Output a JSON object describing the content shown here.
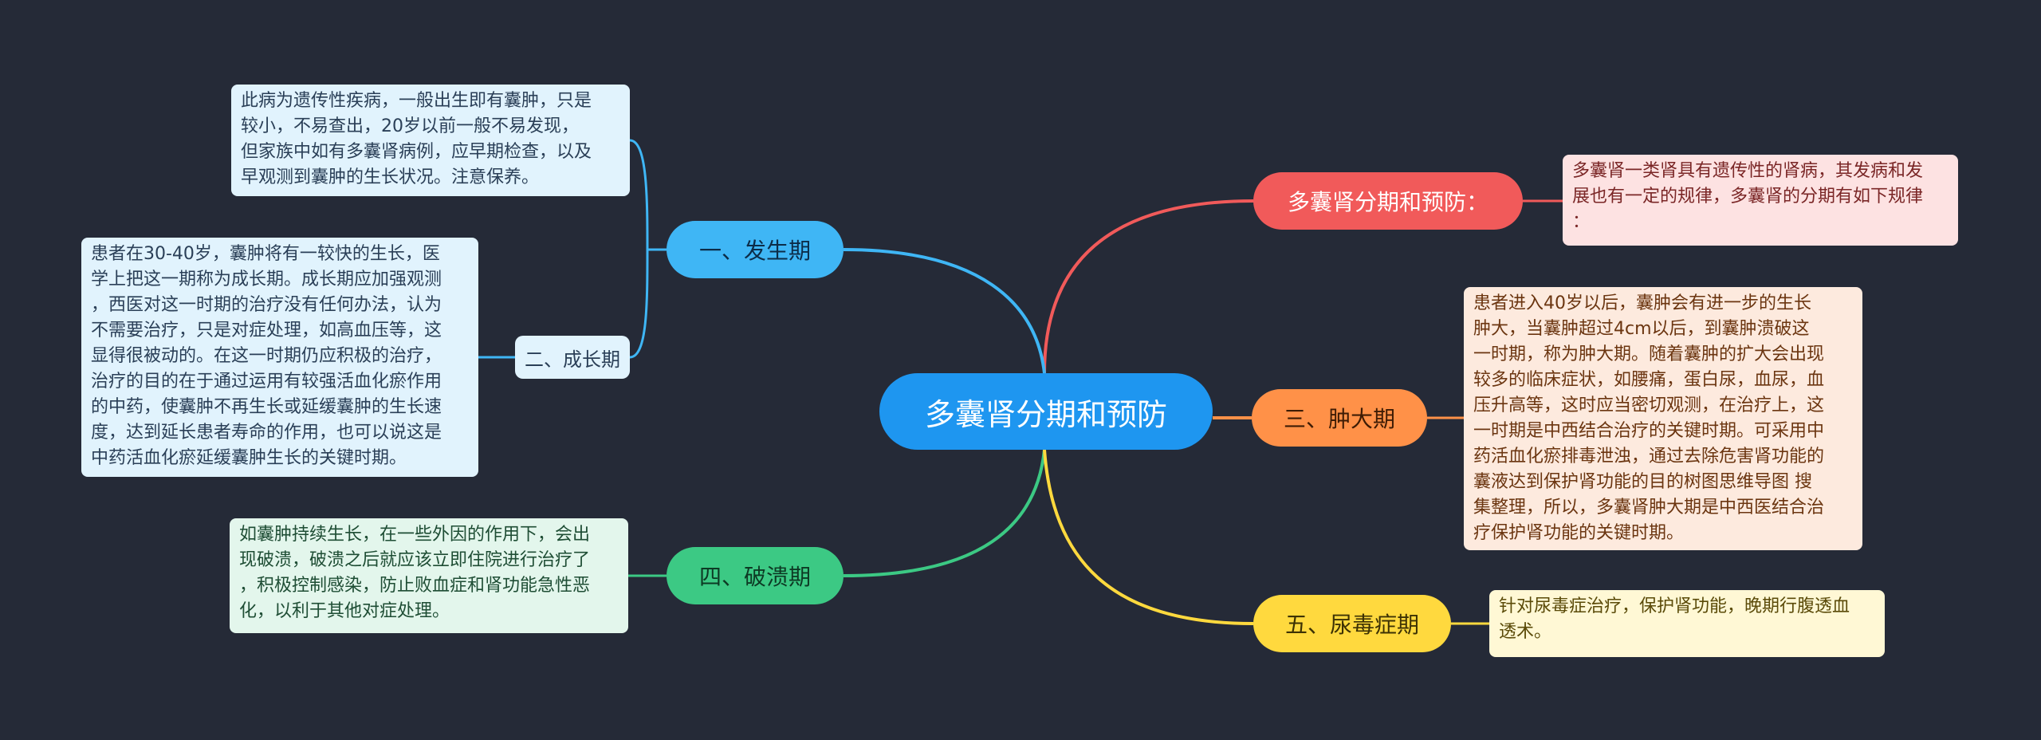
{
  "title": "多囊肾分期和预防",
  "colors": {
    "background": "#252a37",
    "root": "#1e96f0",
    "intro": "#f15a5a",
    "stage1": "#3fb6f5",
    "stage2_node": "#e1f3fd",
    "stage3": "#ff9148",
    "stage4": "#3cc984",
    "stage5": "#ffd93e"
  },
  "branches": {
    "intro": {
      "label": "多囊肾分期和预防：",
      "note": "多囊肾一类肾具有遗传性的肾病，其发病和发\n展也有一定的规律，多囊肾的分期有如下规律\n："
    },
    "stage1": {
      "label": "一、发生期",
      "note": "此病为遗传性疾病，一般出生即有囊肿，只是\n较小，不易查出，20岁以前一般不易发现，\n但家族中如有多囊肾病例，应早期检查，以及\n早观测到囊肿的生长状况。注意保养。"
    },
    "stage2": {
      "label": "二、成长期",
      "note": "患者在30-40岁，囊肿将有一较快的生长，医\n学上把这一期称为成长期。成长期应加强观测\n，西医对这一时期的治疗没有任何办法，认为\n不需要治疗，只是对症处理，如高血压等，这\n显得很被动的。在这一时期仍应积极的治疗，\n治疗的目的在于通过运用有较强活血化瘀作用\n的中药，使囊肿不再生长或延缓囊肿的生长速\n度，达到延长患者寿命的作用，也可以说这是\n中药活血化瘀延缓囊肿生长的关键时期。"
    },
    "stage3": {
      "label": "三、肿大期",
      "note": "患者进入40岁以后，囊肿会有进一步的生长\n肿大，当囊肿超过4cm以后，到囊肿溃破这\n一时期，称为肿大期。随着囊肿的扩大会出现\n较多的临床症状，如腰痛，蛋白尿，血尿，血\n压升高等，这时应当密切观测，在治疗上，这\n一时期是中西结合治疗的关键时期。可采用中\n药活血化瘀排毒泄浊，通过去除危害肾功能的\n囊液达到保护肾功能的目的树图思维导图  搜\n集整理，所以，多囊肾肿大期是中西医结合治\n疗保护肾功能的关键时期。"
    },
    "stage4": {
      "label": "四、破溃期",
      "note": "如囊肿持续生长，在一些外因的作用下，会出\n现破溃，破溃之后就应该立即住院进行治疗了\n，积极控制感染，防止败血症和肾功能急性恶\n化，以利于其他对症处理。"
    },
    "stage5": {
      "label": "五、尿毒症期",
      "note": "针对尿毒症治疗，保护肾功能，晚期行腹透血\n透术。"
    }
  }
}
